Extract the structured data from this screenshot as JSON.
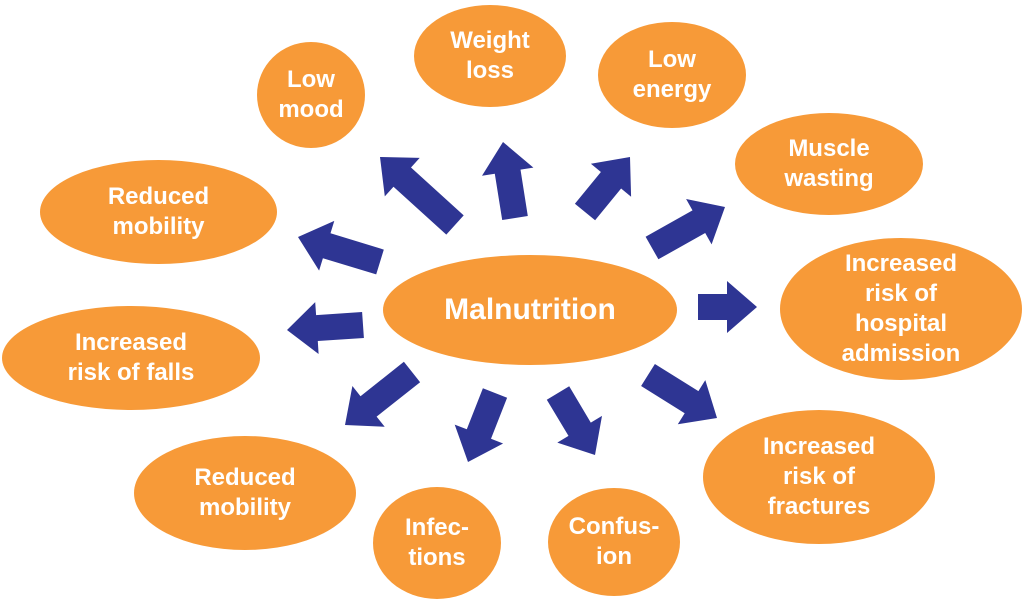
{
  "colors": {
    "bubble": "#f79a38",
    "arrow": "#2e3593",
    "text": "#ffffff"
  },
  "center_label": "Malnutrition",
  "outcomes": {
    "low_mood": "Low\nmood",
    "weight_loss": "Weight\nloss",
    "low_energy": "Low\nenergy",
    "muscle_wasting": "Muscle\nwasting",
    "reduced_mobility_upper": "Reduced\nmobility",
    "increased_risk_hospital": "Increased\nrisk of\nhospital\nadmission",
    "increased_risk_falls": "Increased\nrisk of falls",
    "reduced_mobility_lower": "Reduced\nmobility",
    "increased_risk_fractures": "Increased\nrisk of\nfractures",
    "infections": "Infec-\ntions",
    "confusion": "Confus-\nion"
  }
}
